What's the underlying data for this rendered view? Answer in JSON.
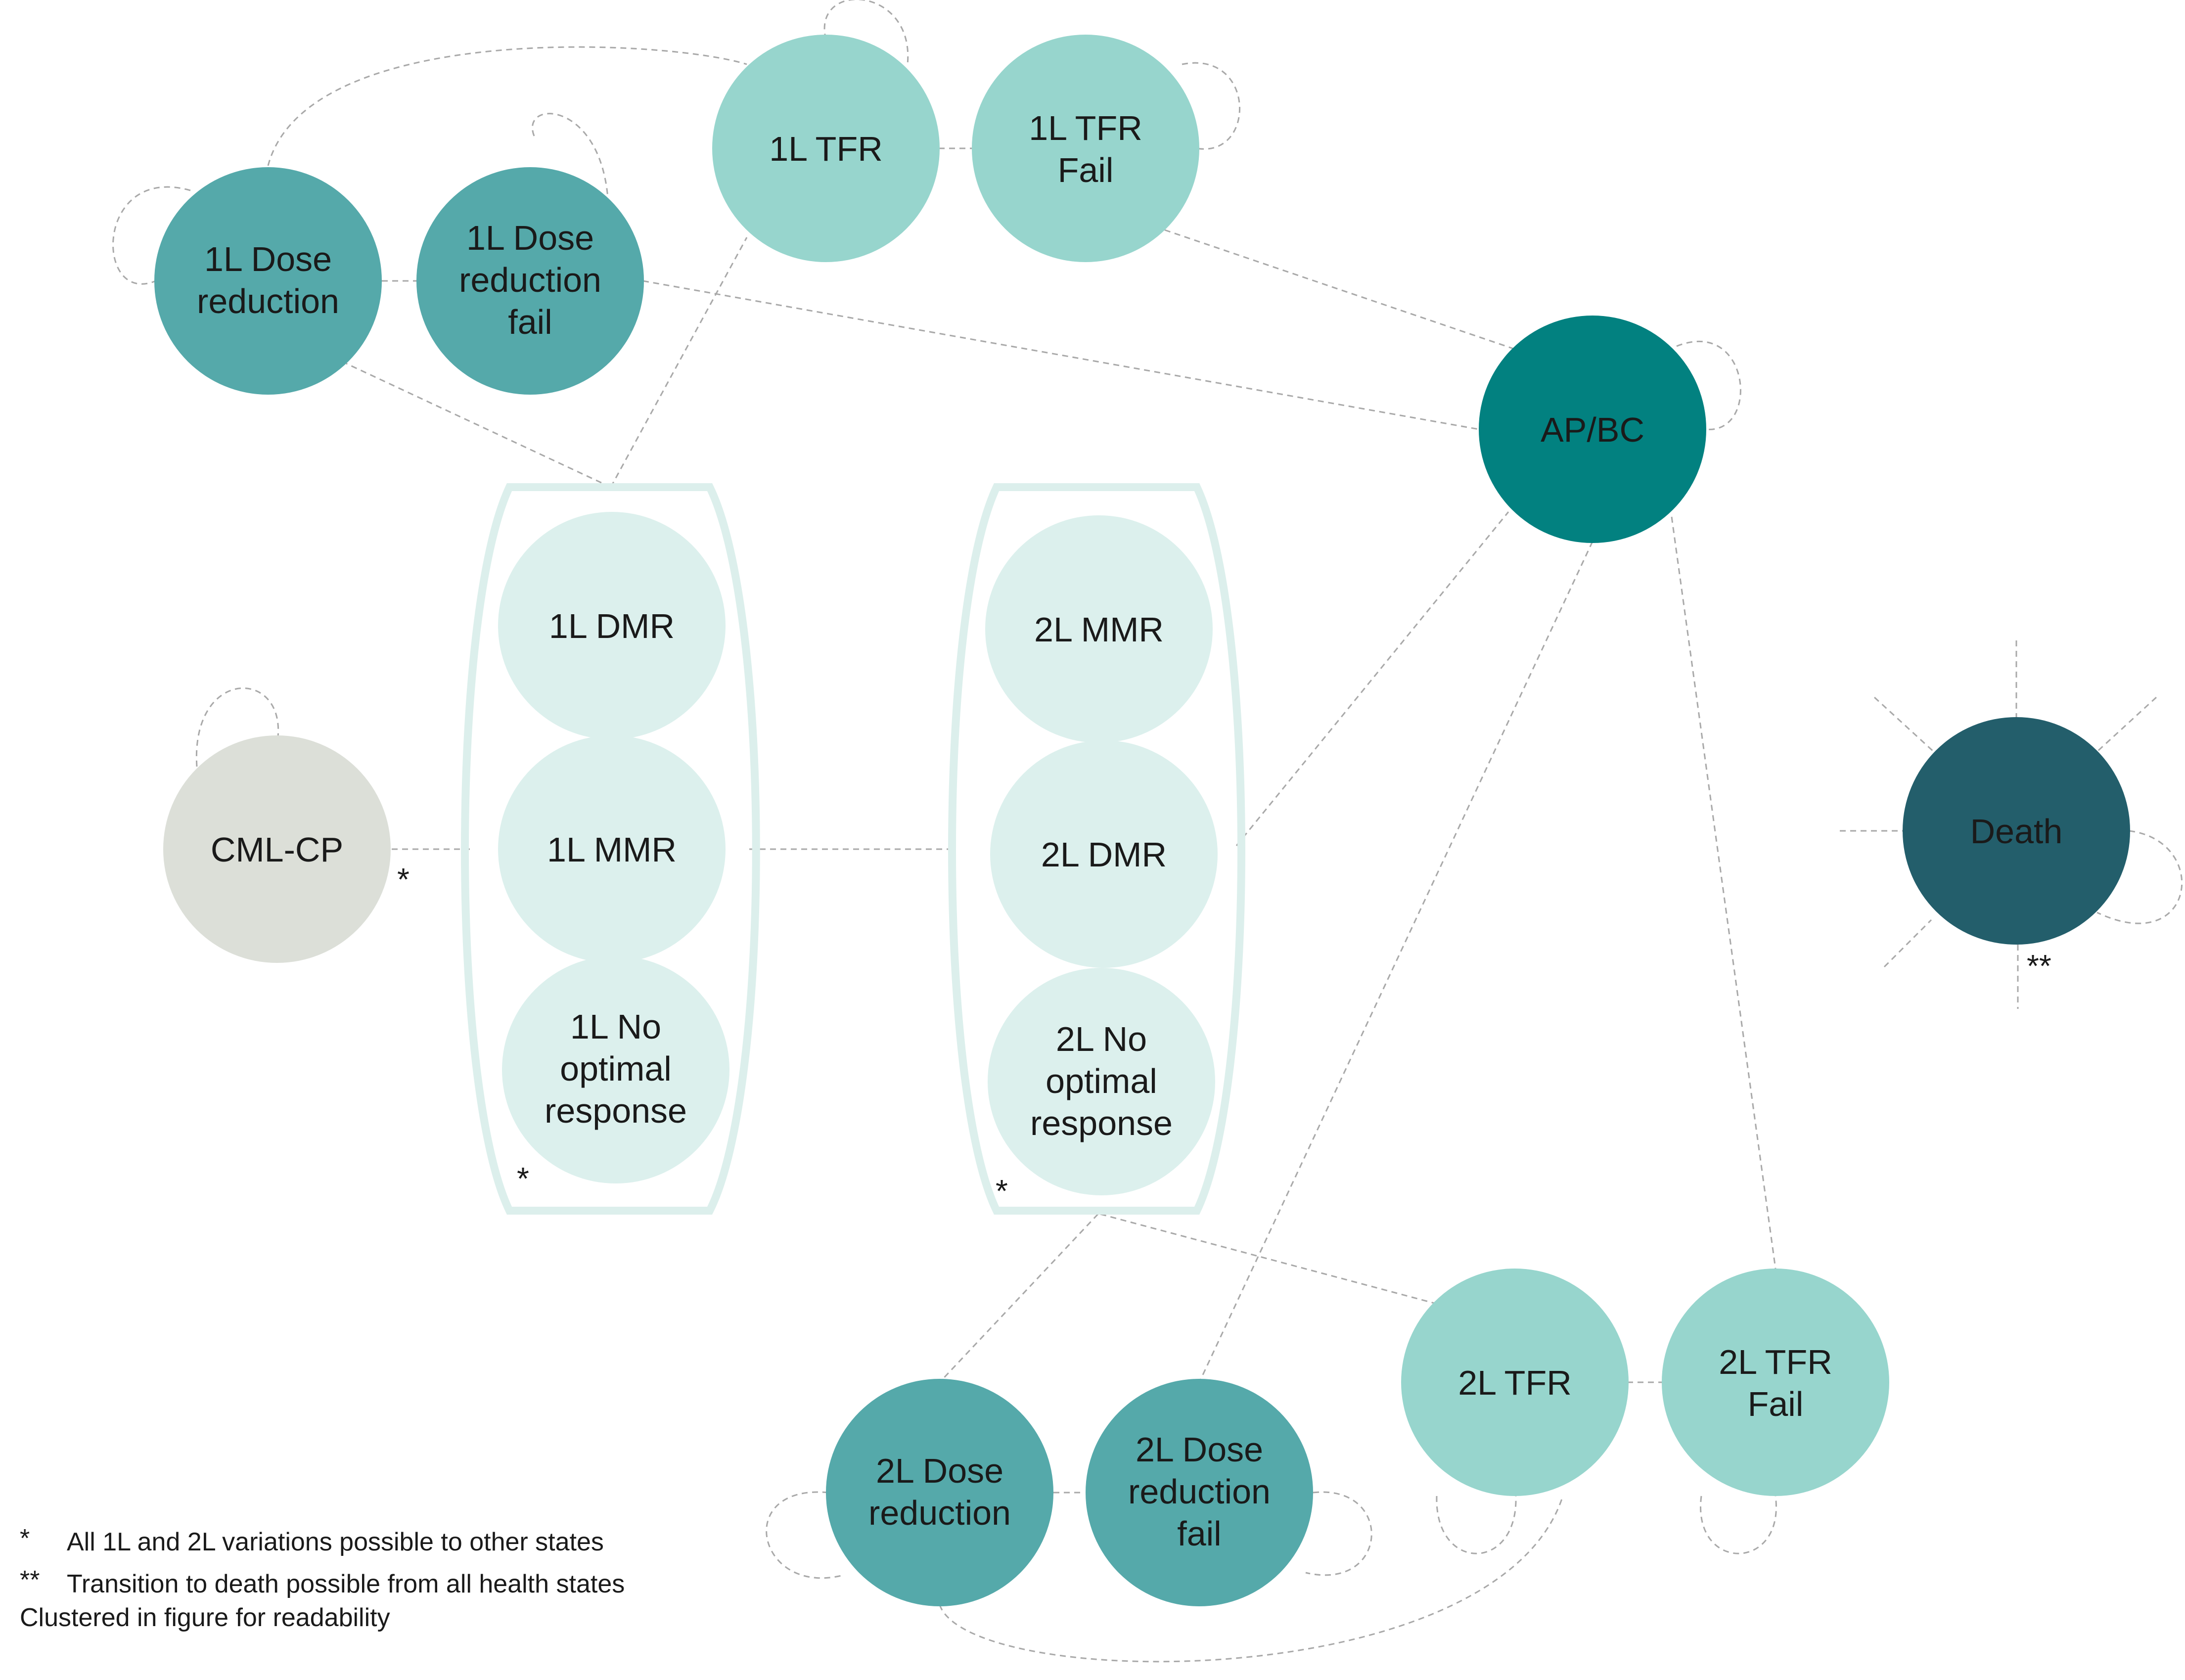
{
  "colors": {
    "light_teal": "#dcf0ed",
    "mid_teal": "#97d5cd",
    "teal": "#55a9aa",
    "dark_teal": "#028180",
    "death": "#235e6b",
    "grey": "#dcdfd8",
    "edge": "#a9a9a9",
    "cluster_outline": "#dcefec"
  },
  "nodes": {
    "cml_cp": {
      "lines": [
        "CML-CP"
      ]
    },
    "l1_dose_reduction": {
      "lines": [
        "1L Dose",
        "reduction"
      ]
    },
    "l1_dose_reduction_fail": {
      "lines": [
        "1L Dose",
        "reduction",
        "fail"
      ]
    },
    "l1_tfr": {
      "lines": [
        "1L TFR"
      ]
    },
    "l1_tfr_fail": {
      "lines": [
        "1L TFR",
        "Fail"
      ]
    },
    "ap_bc": {
      "lines": [
        "AP/BC"
      ]
    },
    "l1_dmr": {
      "lines": [
        "1L DMR"
      ]
    },
    "l1_mmr": {
      "lines": [
        "1L MMR"
      ]
    },
    "l1_no_optimal": {
      "lines": [
        "1L No",
        "optimal",
        "response"
      ]
    },
    "l2_mmr": {
      "lines": [
        "2L MMR"
      ]
    },
    "l2_dmr": {
      "lines": [
        "2L DMR"
      ]
    },
    "l2_no_optimal": {
      "lines": [
        "2L No",
        "optimal",
        "response"
      ]
    },
    "death": {
      "lines": [
        "Death"
      ]
    },
    "l2_dose_reduction": {
      "lines": [
        "2L Dose",
        "reduction"
      ]
    },
    "l2_dose_reduction_fail": {
      "lines": [
        "2L Dose",
        "reduction",
        "fail"
      ]
    },
    "l2_tfr": {
      "lines": [
        "2L TFR"
      ]
    },
    "l2_tfr_fail": {
      "lines": [
        "2L TFR",
        "Fail"
      ]
    }
  },
  "marks": {
    "single_star": "*",
    "double_star": "**"
  },
  "notes": {
    "note_1_symbol": "*",
    "note_1_text": "All 1L and 2L variations possible to other states",
    "note_2_symbol": "**",
    "note_2_text": "Transition to death possible from all health states",
    "note_3_text": "Clustered in figure for readability"
  }
}
